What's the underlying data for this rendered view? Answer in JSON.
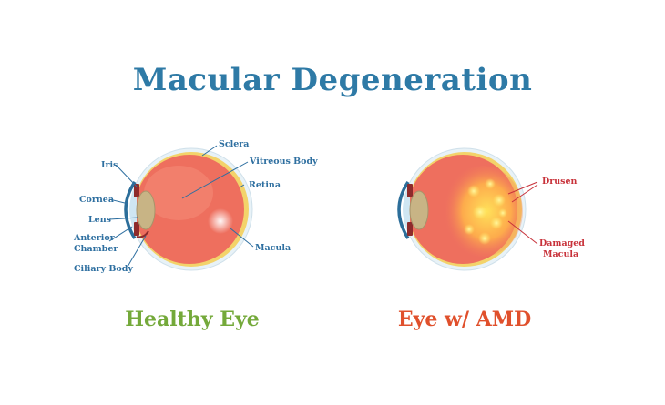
{
  "title": "Macular Degeneration",
  "colors": {
    "title": "#2e7aa6",
    "label_blue": "#2e6fa0",
    "healthy": "#74a93a",
    "amd": "#e0502c",
    "label_red": "#c8323a",
    "eye_body": "#ee6f5e",
    "eye_highlight": "#f6937f",
    "retina": "#f3d36a",
    "sclera": "#e8f2f7",
    "cornea_blue": "#2c6e9a",
    "lens": "#c8b485",
    "iris_dark": "#8e2b2b",
    "drusen": "#fff06a"
  },
  "healthy_eye": {
    "caption": "Healthy Eye",
    "labels": {
      "sclera": "Sclera",
      "iris": "Iris",
      "vitreous": "Vitreous Body",
      "retina": "Retina",
      "cornea": "Cornea",
      "lens": "Lens",
      "anterior_line1": "Anterior",
      "anterior_line2": "Chamber",
      "macula": "Macula",
      "ciliary": "Ciliary Body"
    }
  },
  "amd_eye": {
    "caption": "Eye w/ AMD",
    "labels": {
      "drusen": "Drusen",
      "damaged_line1": "Damaged",
      "damaged_line2": "Macula"
    }
  }
}
